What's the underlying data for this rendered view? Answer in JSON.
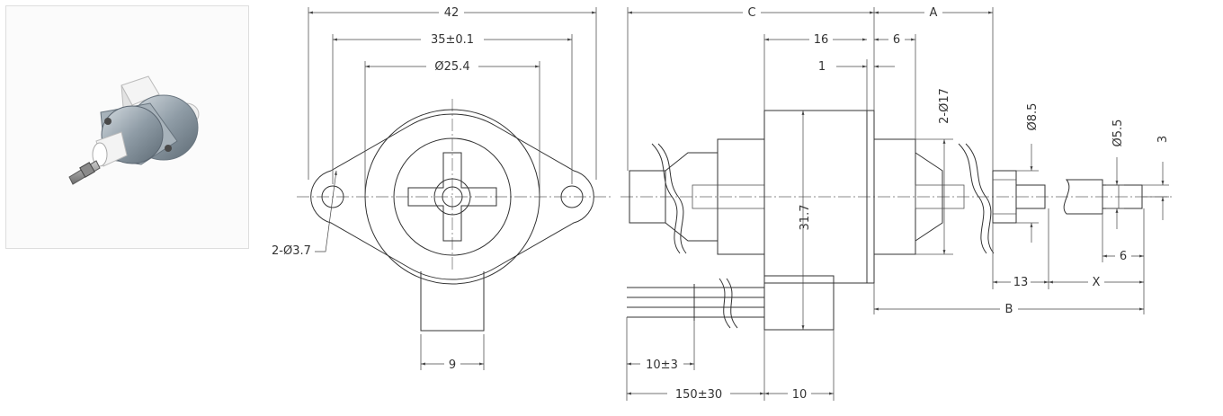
{
  "photo": {
    "icon": "stepper-motor-photo-icon"
  },
  "front_view": {
    "overall_width": "42",
    "mount_hole_spacing": "35±0.1",
    "pilot_diameter": "Ø25.4",
    "mount_hole": "2-Ø3.7",
    "connector_width": "9"
  },
  "side_view": {
    "dim_c": "C",
    "dim_a": "A",
    "body_length": "16",
    "front_boss": "6",
    "flange_thickness": "1",
    "boss_diameter": "2-Ø17",
    "gear_diameter": "Ø8.5",
    "shaft_diameter": "Ø5.5",
    "shaft_flat": "3",
    "body_height": "31.7",
    "gear_length": "13",
    "dim_x": "X",
    "shaft_end": "6",
    "dim_b": "B",
    "wire_strip": "10±3",
    "wire_length": "150±30",
    "connector_depth": "10"
  }
}
